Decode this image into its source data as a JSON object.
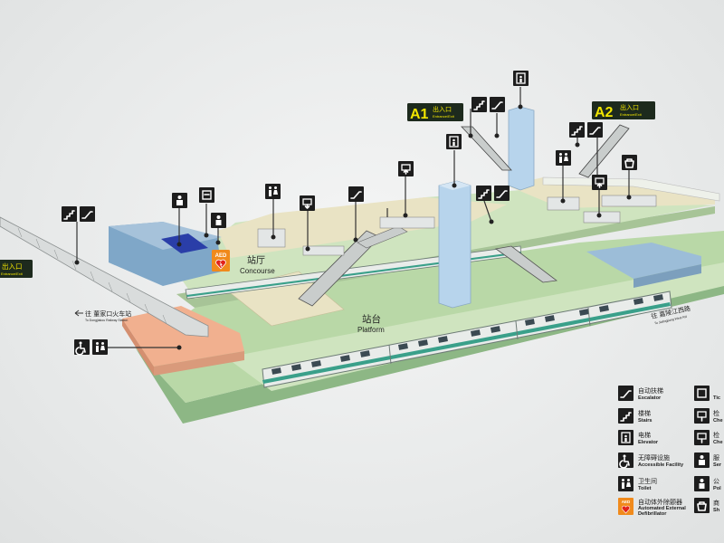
{
  "levels": {
    "concourse_zh": "站厅",
    "concourse_en": "Concourse",
    "platform_zh": "站台",
    "platform_en": "Platform"
  },
  "entrances": {
    "left": {
      "zh": "出入口",
      "en": "Entrance/Exit"
    },
    "a1": {
      "id": "A1",
      "zh": "出入口",
      "en": "Entrance/Exit"
    },
    "a2": {
      "id": "A2",
      "zh": "出入口",
      "en": "Entrance/Exit"
    }
  },
  "directions": {
    "left": {
      "zh": "往 董家口火车站",
      "en": "To Dongjiakou Railway Station"
    },
    "right": {
      "zh": "往 嘉陵江西路",
      "en": "To Jialingjiang West Rd"
    }
  },
  "aed_label": "AED",
  "legend": [
    {
      "icon": "escalator-icon",
      "zh": "自动扶梯",
      "en": "Escalator"
    },
    {
      "icon": "stairs-icon",
      "zh": "楼梯",
      "en": "Stairs"
    },
    {
      "icon": "elevator-icon",
      "zh": "电梯",
      "en": "Elevator"
    },
    {
      "icon": "accessible-icon",
      "zh": "无障碍设施",
      "en": "Accessible Facility"
    },
    {
      "icon": "toilet-icon",
      "zh": "卫生间",
      "en": "Toilet"
    },
    {
      "icon": "aed-icon",
      "zh": "自动体外除颤器",
      "en": "Automated External Defibrillator"
    },
    {
      "icon": "ticket-icon",
      "zh": "",
      "en": "Tic"
    },
    {
      "icon": "check-in-icon",
      "zh": "检",
      "en": "Che"
    },
    {
      "icon": "check-out-icon",
      "zh": "检",
      "en": "Che"
    },
    {
      "icon": "service-icon",
      "zh": "服",
      "en": "Ser"
    },
    {
      "icon": "police-icon",
      "zh": "公",
      "en": "Pol"
    },
    {
      "icon": "shop-icon",
      "zh": "商",
      "en": "Sh"
    }
  ],
  "colors": {
    "concourse_floor": "#e9e3c4",
    "platform_floor": "#b9d8a7",
    "track_bed": "#9fc792",
    "blue_block": "#7fa7c8",
    "pink_block": "#f1b08f",
    "entrance_badge": "#1d2a1d",
    "badge_text": "#f2e600",
    "aed": "#f08a1c"
  }
}
